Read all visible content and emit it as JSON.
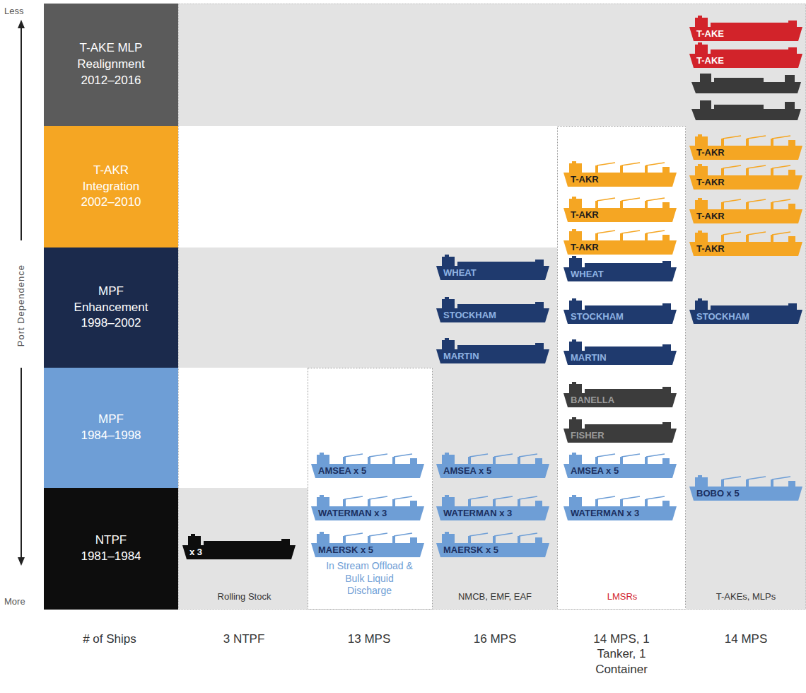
{
  "diagram": {
    "nodes": [
      {
        "text": [
          "T-AKE MLP Realignment",
          "2012–2016"
        ]
      },
      {
        "text": [
          "T-AKR Integration",
          "2002–2010"
        ]
      },
      {
        "text": [
          "MPF Enhancement",
          "1998–2002"
        ]
      },
      {
        "text": [
          "MPF",
          "1984–1998"
        ]
      },
      {
        "text": [
          "NTPF",
          "1981–1984"
        ]
      },
      {
        "text": [
          "x 3"
        ]
      },
      {
        "text": [
          "AMSEA x 5"
        ]
      },
      {
        "text": [
          "WATERMAN x 3"
        ]
      },
      {
        "text": [
          "MAERSK x 5"
        ]
      },
      {
        "text": [
          "WHEAT"
        ]
      },
      {
        "text": [
          "STOCKHAM"
        ]
      },
      {
        "text": [
          "MARTIN"
        ]
      },
      {
        "text": [
          "AMSEA x 5"
        ]
      },
      {
        "text": [
          "WATERMAN x 3"
        ]
      },
      {
        "text": [
          "MAERSK x 5"
        ]
      },
      {
        "text": [
          "T-AKR"
        ]
      },
      {
        "text": [
          "T-AKR"
        ]
      },
      {
        "text": [
          "T-AKR"
        ]
      },
      {
        "text": [
          "WHEAT"
        ]
      },
      {
        "text": [
          "STOCKHAM"
        ]
      },
      {
        "text": [
          "MARTIN"
        ]
      },
      {
        "text": [
          "BANELLA"
        ]
      },
      {
        "text": [
          "FISHER"
        ]
      },
      {
        "text": [
          "AMSEA x 5"
        ]
      },
      {
        "text": [
          "WATERMAN x 3"
        ]
      },
      {
        "text": [
          "T-AKE"
        ]
      },
      {
        "text": [
          "T-AKE"
        ]
      },
      {
        "text": [
          "T-AKR"
        ]
      },
      {
        "text": [
          "T-AKR"
        ]
      },
      {
        "text": [
          "T-AKR"
        ]
      },
      {
        "text": [
          "T-AKR"
        ]
      },
      {
        "text": [
          "STOCKHAM"
        ]
      },
      {
        "text": [
          "BOBO x 5"
        ]
      }
    ],
    "labels": [
      "Less",
      "Port Dependence",
      "More",
      "Rolling Stock",
      "In Stream Offload & Bulk Liquid Discharge",
      "NMCB, EMF, EAF",
      "LMSRs",
      "T-AKEs, MLPs",
      "# of Ships",
      "3 NTPF",
      "13 MPS",
      "16 MPS",
      "14 MPS, 1 Tanker, 1 Container",
      "14 MPS"
    ]
  }
}
